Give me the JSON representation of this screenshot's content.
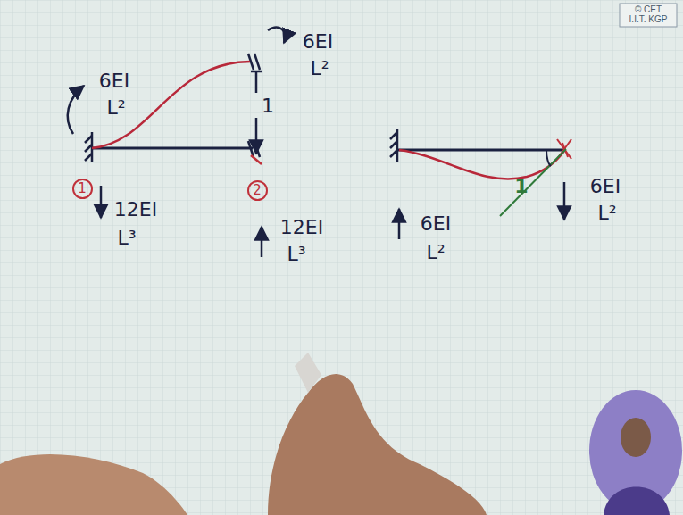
{
  "diagram": {
    "nodes": [
      {
        "text": [
          "1"
        ]
      },
      {
        "text": [
          "2"
        ]
      }
    ],
    "labels": [
      "6EI",
      "L²",
      "6EI",
      "L²",
      "1",
      "12EI",
      "L³",
      "12EI",
      "L³",
      "1",
      "6EI",
      "L²",
      "6EI",
      "L²",
      "© CET",
      "I.I.T. KGP"
    ]
  }
}
